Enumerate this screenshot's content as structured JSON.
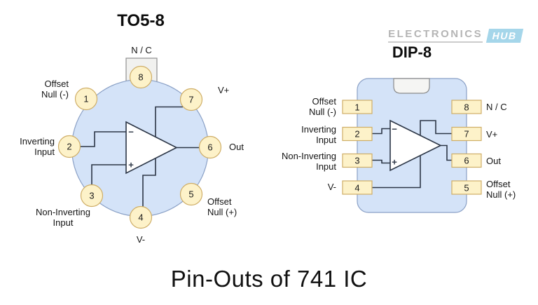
{
  "brand": {
    "name": "ELECTRONICS",
    "tag": "HUB"
  },
  "caption": "Pin-Outs of 741 IC",
  "opamp_symbol": {
    "minus": "−",
    "plus": "+"
  },
  "colors": {
    "package_fill": "#d4e3f8",
    "package_stroke": "#8ba1c6",
    "pin_fill": "#fdf2c9",
    "pin_stroke": "#cfae67",
    "wire": "#2c3646",
    "text": "#141414",
    "nc_tab_fill": "#f1f1ef",
    "nc_tab_stroke": "#8f8f8f",
    "notch_fill": "#f5f5f3",
    "notch_stroke": "#8a8a8a",
    "brand_gray": "#b5b5b5",
    "brand_blue": "#a5d6ea"
  },
  "to5": {
    "title": "TO5-8",
    "pins": [
      {
        "num": "1",
        "label_lines": [
          "Offset",
          "Null (-)"
        ]
      },
      {
        "num": "2",
        "label_lines": [
          "Inverting",
          "Input"
        ]
      },
      {
        "num": "3",
        "label_lines": [
          "Non-Inverting",
          "Input"
        ]
      },
      {
        "num": "4",
        "label_lines": [
          "V-"
        ]
      },
      {
        "num": "5",
        "label_lines": [
          "Offset",
          "Null (+)"
        ]
      },
      {
        "num": "6",
        "label_lines": [
          "Out"
        ]
      },
      {
        "num": "7",
        "label_lines": [
          "V+"
        ]
      },
      {
        "num": "8",
        "label_lines": [
          "N / C"
        ]
      }
    ]
  },
  "dip": {
    "title": "DIP-8",
    "pins": [
      {
        "num": "1",
        "label_lines": [
          "Offset",
          "Null (-)"
        ]
      },
      {
        "num": "2",
        "label_lines": [
          "Inverting",
          "Input"
        ]
      },
      {
        "num": "3",
        "label_lines": [
          "Non-Inverting",
          "Input"
        ]
      },
      {
        "num": "4",
        "label_lines": [
          "V-"
        ]
      },
      {
        "num": "5",
        "label_lines": [
          "Offset",
          "Null (+)"
        ]
      },
      {
        "num": "6",
        "label_lines": [
          "Out"
        ]
      },
      {
        "num": "7",
        "label_lines": [
          "V+"
        ]
      },
      {
        "num": "8",
        "label_lines": [
          "N / C"
        ]
      }
    ]
  }
}
